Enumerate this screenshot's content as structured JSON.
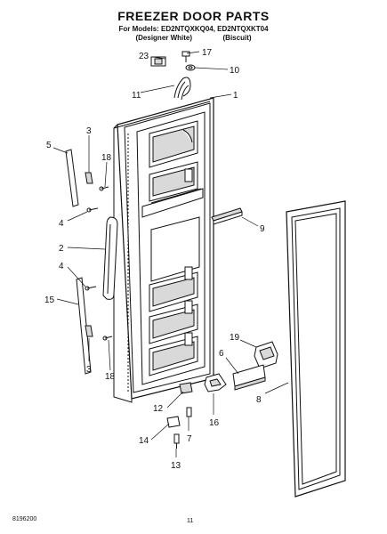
{
  "header": {
    "title": "FREEZER DOOR PARTS",
    "models_line": "For Models: ED2NTQXKQ04, ED2NTQXKT04",
    "variant_white": "(Designer White)",
    "variant_biscuit": "(Biscuit)"
  },
  "callouts": {
    "c1": "1",
    "c2": "2",
    "c3a": "3",
    "c3b": "3",
    "c4a": "4",
    "c4b": "4",
    "c5": "5",
    "c6": "6",
    "c7": "7",
    "c8": "8",
    "c9": "9",
    "c10": "10",
    "c11": "11",
    "c12": "12",
    "c13": "13",
    "c14": "14",
    "c15": "15",
    "c16": "16",
    "c17": "17",
    "c18a": "18",
    "c18b": "18",
    "c19": "19",
    "c23": "23"
  },
  "footer": {
    "doc_number": "8196200",
    "page_number": "11"
  },
  "colors": {
    "line": "#111111",
    "background": "#ffffff",
    "shade": "#d9d9d9"
  }
}
